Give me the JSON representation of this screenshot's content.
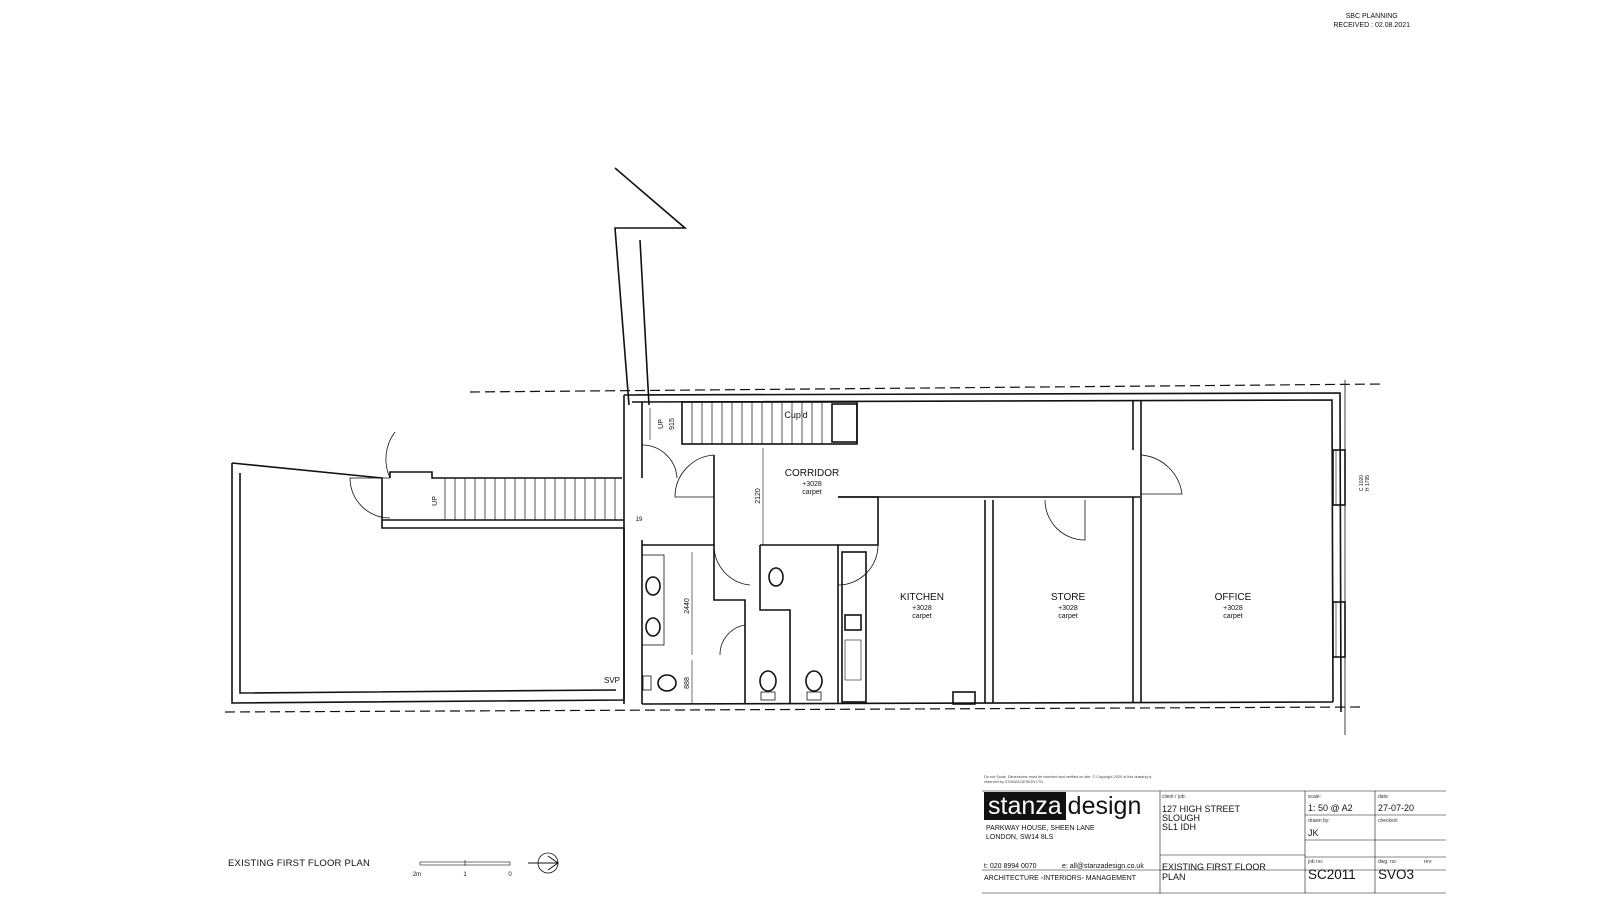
{
  "stamp": {
    "line1": "SBC PLANNING",
    "line2": "RECEIVED : 02.08.2021"
  },
  "rooms": {
    "corridor": {
      "name": "CORRIDOR",
      "level": "+3028",
      "finish": "carpet"
    },
    "kitchen": {
      "name": "KITCHEN",
      "level": "+3028",
      "finish": "carpet"
    },
    "store": {
      "name": "STORE",
      "level": "+3028",
      "finish": "carpet"
    },
    "office": {
      "name": "OFFICE",
      "level": "+3028",
      "finish": "carpet"
    }
  },
  "labels": {
    "cupboard": "Cup'd",
    "up": "UP",
    "svp": "SVP",
    "step": "19"
  },
  "dimensions": {
    "d915": "915",
    "d2120": "2120",
    "d2440": "2440",
    "d888": "888"
  },
  "window_tag": {
    "line1": "C 1020",
    "line2": "H 1795"
  },
  "plan_title": "EXISTING FIRST FLOOR PLAN",
  "scale_bar": {
    "l2m": "2m",
    "l1": "1",
    "l0": "0"
  },
  "title_block": {
    "disclaimer": "Do not Scale. Dimensions must be checked and verified on site. © Copyright 2020 of this drawing is reserved by STANZA DESIGN LTD.",
    "logo_a": "stanza",
    "logo_b": "design",
    "address_1": "PARKWAY HOUSE, SHEEN LANE",
    "address_2": "LONDON, SW14 8LS",
    "tel": "t: 020 8994 0070",
    "email": "e: all@stanzadesign.co.uk",
    "tagline": "ARCHITECTURE ◦INTERIORS◦ MANAGEMENT",
    "client_label": "client / job:",
    "client_1": "127 HIGH STREET",
    "client_2": "SLOUGH",
    "client_3": "SL1 IDH",
    "drawing_1": "EXISTING FIRST FLOOR",
    "drawing_2": "PLAN",
    "scale_label": "scale:",
    "scale_value": "1: 50 @ A2",
    "date_label": "date:",
    "date_value": "27-07-20",
    "drawn_label": "drawn by:",
    "drawn_value": "JK",
    "checked_label": "checked:",
    "jobno_label": "job no:",
    "jobno_value": "SC2011",
    "dwgno_label": "dwg. no:",
    "dwgno_value": "SVO3",
    "rev_label": "rev:"
  }
}
